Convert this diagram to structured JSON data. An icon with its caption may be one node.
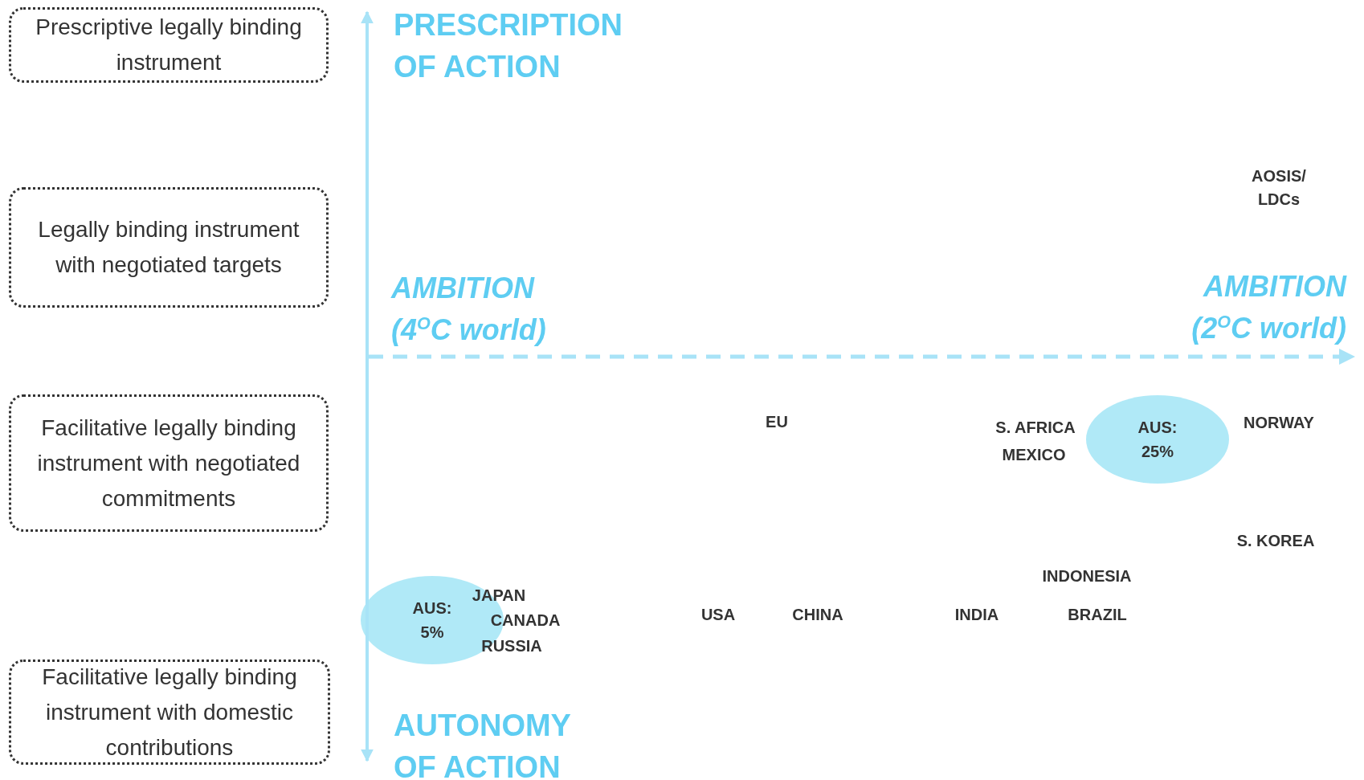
{
  "diagram": {
    "nodes": [
      {
        "text": [
          "Prescriptive legally binding instrument"
        ]
      },
      {
        "text": [
          "Legally binding instrument with negotiated targets"
        ]
      },
      {
        "text": [
          "Facilitative legally binding instrument with negotiated commitments"
        ]
      },
      {
        "text": [
          "AUS: 25%"
        ]
      },
      {
        "text": [
          "AUS: 5%"
        ]
      },
      {
        "text": [
          "Facilitative legally binding instrument with domestic contributions"
        ]
      }
    ],
    "edges": [],
    "labels": [
      "PRESCRIPTION OF ACTION",
      "AOSIS/ LDCs",
      "AMBITION (4$^{O}$C world)",
      "AMBITION (2$^{O}$C world)",
      "EU",
      "S. AFRICA",
      "NORWAY",
      "MEXICO",
      "S. KOREA",
      "INDONESIA",
      "JAPAN",
      "USA",
      "CHINA",
      "INDIA",
      "BRAZIL",
      "CANADA",
      "RUSSIA",
      "AUTONOMY OF ACTION"
    ]
  }
}
